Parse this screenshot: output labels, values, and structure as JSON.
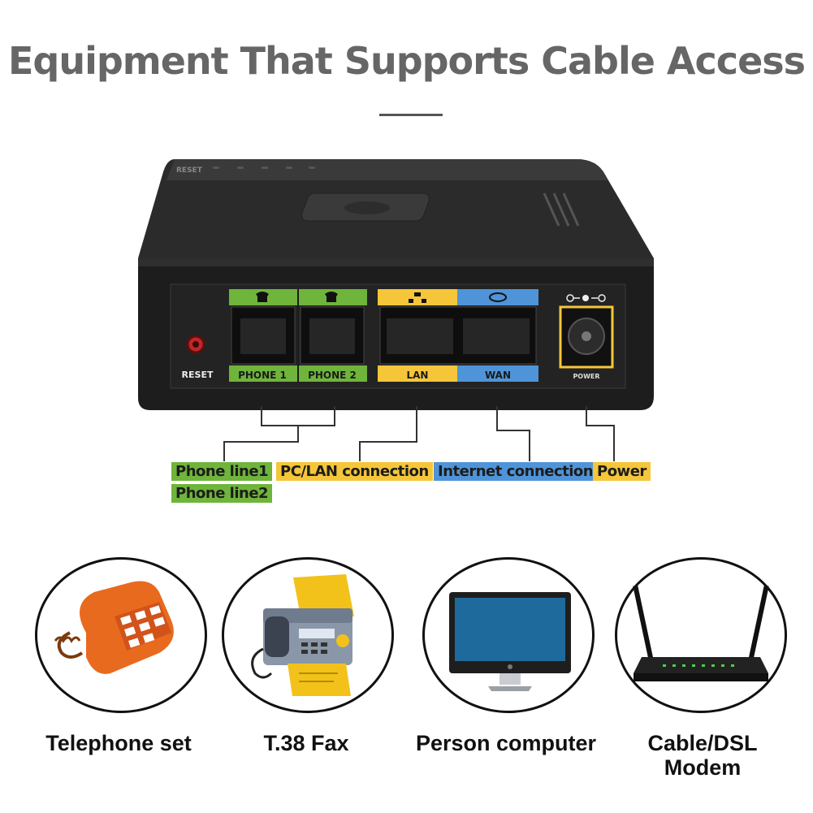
{
  "title": "Equipment That Supports Cable Access",
  "ports": {
    "reset": "RESET",
    "phone1": "PHONE 1",
    "phone2": "PHONE 2",
    "lan": "LAN",
    "wan": "WAN",
    "power": "POWER"
  },
  "labels": {
    "phone_line1": "Phone line1",
    "phone_line2": "Phone line2",
    "pc_lan": "PC/LAN connection",
    "internet": "Internet connection",
    "power": "Power"
  },
  "devices": [
    {
      "name": "Telephone set",
      "icon": "telephone-icon"
    },
    {
      "name": "T.38 Fax",
      "icon": "fax-machine-icon"
    },
    {
      "name": "Person computer",
      "icon": "computer-monitor-icon"
    },
    {
      "name": "Cable/DSL Modem",
      "icon": "router-icon"
    }
  ],
  "colors": {
    "green": "#6fb43b",
    "yellow": "#f5c63a",
    "blue": "#4f94d8",
    "device_body": "#2a2a2a",
    "title": "#666666"
  }
}
